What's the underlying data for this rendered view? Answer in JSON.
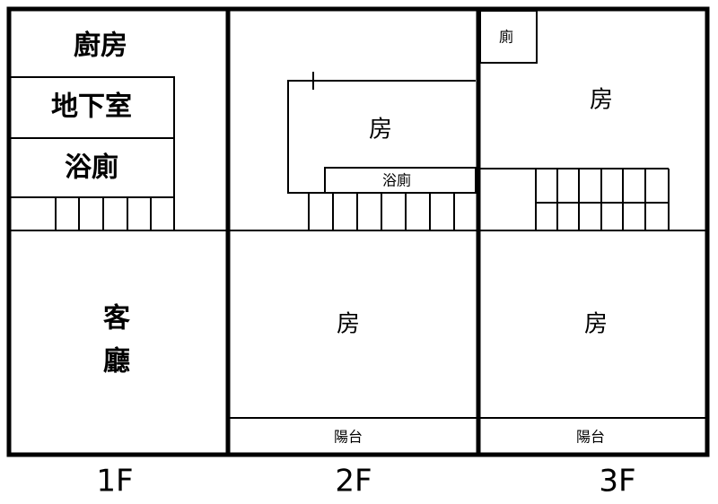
{
  "floor1": {
    "kitchen": "廚房",
    "basement": "地下室",
    "bathroom": "浴廁",
    "living_top": "客",
    "living_bottom": "廳",
    "label": "1F"
  },
  "floor2": {
    "room_upper": "房",
    "bathroom": "浴廁",
    "room_lower": "房",
    "balcony": "陽台",
    "label": "2F"
  },
  "floor3": {
    "toilet": "廁",
    "room_upper": "房",
    "room_lower": "房",
    "balcony": "陽台",
    "label": "3F"
  },
  "colors": {
    "line": "#000000",
    "background": "#ffffff"
  }
}
